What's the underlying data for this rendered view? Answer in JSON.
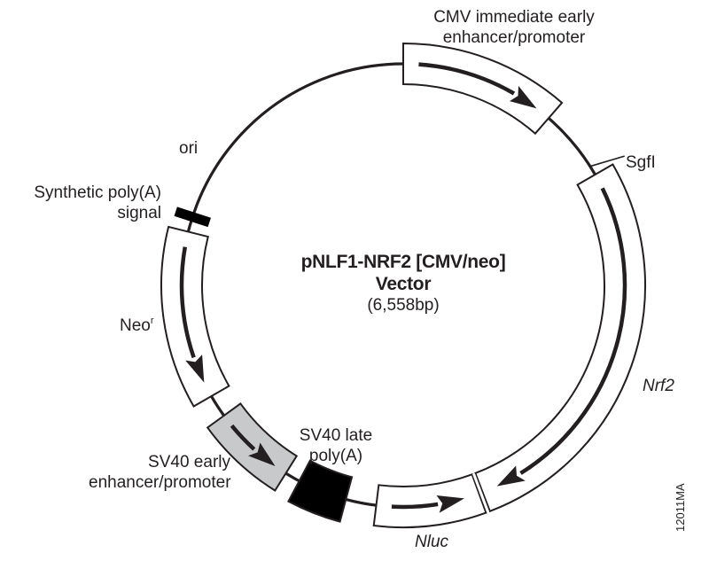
{
  "plasmid": {
    "name_line1": "pNLF1-NRF2 [CMV/neo]",
    "name_line2": "Vector",
    "size_label": "(6,558bp)",
    "total_bp": 6558
  },
  "features": [
    {
      "id": "cmv",
      "label": "CMV immediate early enhancer/promoter",
      "type": "promoter",
      "start_deg": 0,
      "end_deg": 41,
      "direction": "cw",
      "fill": "#ffffff"
    },
    {
      "id": "nrf2",
      "label": "Nrf2",
      "type": "gene",
      "start_deg": 60,
      "end_deg": 159,
      "direction": "cw",
      "fill": "#ffffff"
    },
    {
      "id": "nluc",
      "label": "Nluc",
      "type": "gene",
      "start_deg": 160,
      "end_deg": 187,
      "direction": "ccw",
      "fill": "#ffffff"
    },
    {
      "id": "sv40-late-polya",
      "label": "SV40 late poly(A)",
      "type": "polyA",
      "start_deg": 195,
      "end_deg": 208,
      "direction": "none",
      "fill": "#000000"
    },
    {
      "id": "sv40-early",
      "label": "SV40 early enhancer/promoter",
      "type": "promoter",
      "start_deg": 212,
      "end_deg": 234,
      "direction": "ccw",
      "fill": "#c8c9cb"
    },
    {
      "id": "neo",
      "label": "Neo",
      "label_sup": "r",
      "type": "gene",
      "start_deg": 240,
      "end_deg": 284,
      "direction": "ccw",
      "fill": "#ffffff"
    },
    {
      "id": "synthetic-polya",
      "label": "Synthetic poly(A) signal",
      "type": "polyA-bar",
      "start_deg": 287,
      "end_deg": 289,
      "direction": "none",
      "fill": "#000000"
    }
  ],
  "sites": [
    {
      "id": "sgfi",
      "label": "SgfI",
      "deg": 57.5
    }
  ],
  "origin": {
    "label": "ori"
  },
  "labels": {
    "cmv_line1": "CMV immediate early",
    "cmv_line2": "enhancer/promoter",
    "sgfi": "SgfI",
    "nrf2": "Nrf2",
    "nluc": "Nluc",
    "sv40_late_line1": "SV40 late",
    "sv40_late_line2": "poly(A)",
    "sv40_early_line1": "SV40 early",
    "sv40_early_line2": "enhancer/promoter",
    "neo": "Neo",
    "neo_sup": "r",
    "synpa_line1": "Synthetic poly(A)",
    "synpa_line2": "signal",
    "ori": "ori"
  },
  "figure_id": "12011MA"
}
